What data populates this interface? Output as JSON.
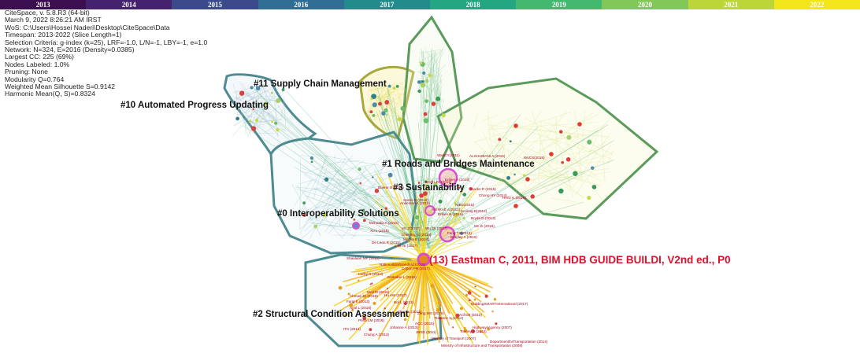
{
  "timeline": {
    "years": [
      "2013",
      "2014",
      "2015",
      "2016",
      "2017",
      "2018",
      "2019",
      "2020",
      "2021",
      "2022"
    ],
    "colors": [
      "#3b0f4f",
      "#45226d",
      "#3a4a8a",
      "#2f6d95",
      "#228c8c",
      "#23a682",
      "#43b86f",
      "#82c858",
      "#bcd63a",
      "#f2e51a"
    ]
  },
  "info": {
    "lines": [
      "CiteSpace, v. 5.8.R3 (64-bit)",
      "March 9, 2022 8:26:21 AM IRST",
      "WoS: C:\\Users\\Hossei Naderi\\Desktop\\CiteSpace\\Data",
      "Timespan: 2013-2022 (Slice Length=1)",
      "Selection Criteria: g-index (k=25), LRF=-1.0, L/N=-1, LBY=-1, e=1.0",
      "Network: N=324, E=2016 (Density=0.0385)",
      "Largest CC: 225 (69%)",
      "Nodes Labeled: 1.0%",
      "Pruning: None",
      "Modularity Q=0.764",
      "Weighted Mean Silhouette S=0.9142",
      "Harmonic Mean(Q, S)=0.8324"
    ]
  },
  "clusters": {
    "c11": "#11 Supply Chain Management",
    "c10": "#10 Automated Progress Updating",
    "c1": "#1 Roads and Bridges Maintenance",
    "c3": "#3 Sustainability",
    "c0": "#0 Interoperability Solutions",
    "c2": "#2 Structural Condition Assessment"
  },
  "highlight": {
    "label": "(13) Eastman C, 2011, BIM HDB GUIDE BUILDI, V2nd ed., P0"
  },
  "refs": [
    "WanCY(2011)",
    "ALSHAIBANI A (2015)",
    "WuCS(2019)",
    "Eriken A (2018)",
    "Sacks R (2015)",
    "Chong HY (2014)",
    "Hertz K (2016)",
    "NIBS(2015)",
    "Smith JG (2015)",
    "Anderson A (2015)",
    "ASHRAE A(2012)",
    "Sacks R (2015)",
    "Boerer B (2016)",
    "Eriken B (2016)",
    "Scoring B(2012)",
    "Bryde D (2013)",
    "Tachoaka A (2016)",
    "Mc Zi (2016)",
    "Wu Zh (2017)",
    "Mc Z(2017)",
    "Fang TX(2013)",
    "Bradley A (2016)",
    "Cheneng S (2016)",
    "Mishra B (2014)",
    "Xu L (2016)",
    "Lee NI (2017)",
    "De Leon R (2015)",
    "Shaalaan MP (2011)",
    "NationalBIMStandard (2015)",
    "Cotton PR (2017)",
    "Lucky R (2010)",
    "Borlodan L (2016)",
    "Hu AW (2017)",
    "Ahmad JS (2018)",
    "Mcd M (2016)",
    "Fang K (2013)",
    "Apol L (2018)",
    "Bol L (2013)",
    "BuildingSMARTInternational (2017)",
    "Shum L (2014)",
    "Zong MG (2016)",
    "Arif EB (2013)",
    "Ramirez C (2012)",
    "Pena LM (2016)",
    "HighwaysAgency (2007)",
    "Tenney S (2012)",
    "ACC (2015)",
    "Johanne A (2013)",
    "JBSD (2011)",
    "DepartmentforTransportation (2014)",
    "Chung A (2014)",
    "Ministry of Transport (2007)",
    "Ministry of Infrastructure and Transportation (2008)",
    "ITC (2014)"
  ]
}
